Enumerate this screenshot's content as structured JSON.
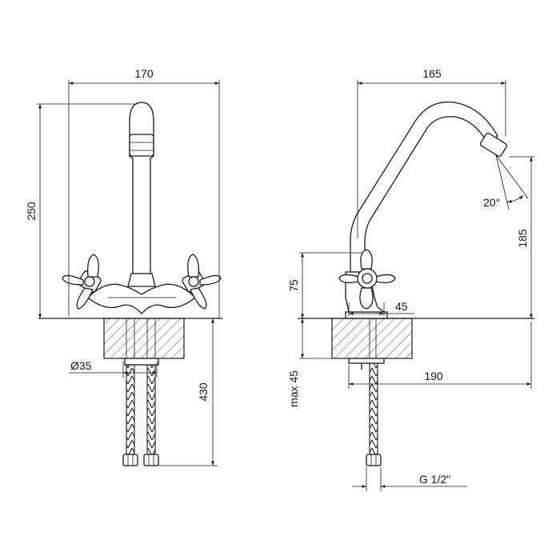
{
  "dimensions": {
    "front_width": "170",
    "front_height": "250",
    "base_diameter": "Ø35",
    "hose_length": "430",
    "side_reach": "165",
    "spout_height": "185",
    "spout_angle": "20°",
    "handle_height": "75",
    "base_offset": "45",
    "max_thickness": "max 45",
    "hose_reach": "190",
    "thread": "G 1/2\""
  }
}
